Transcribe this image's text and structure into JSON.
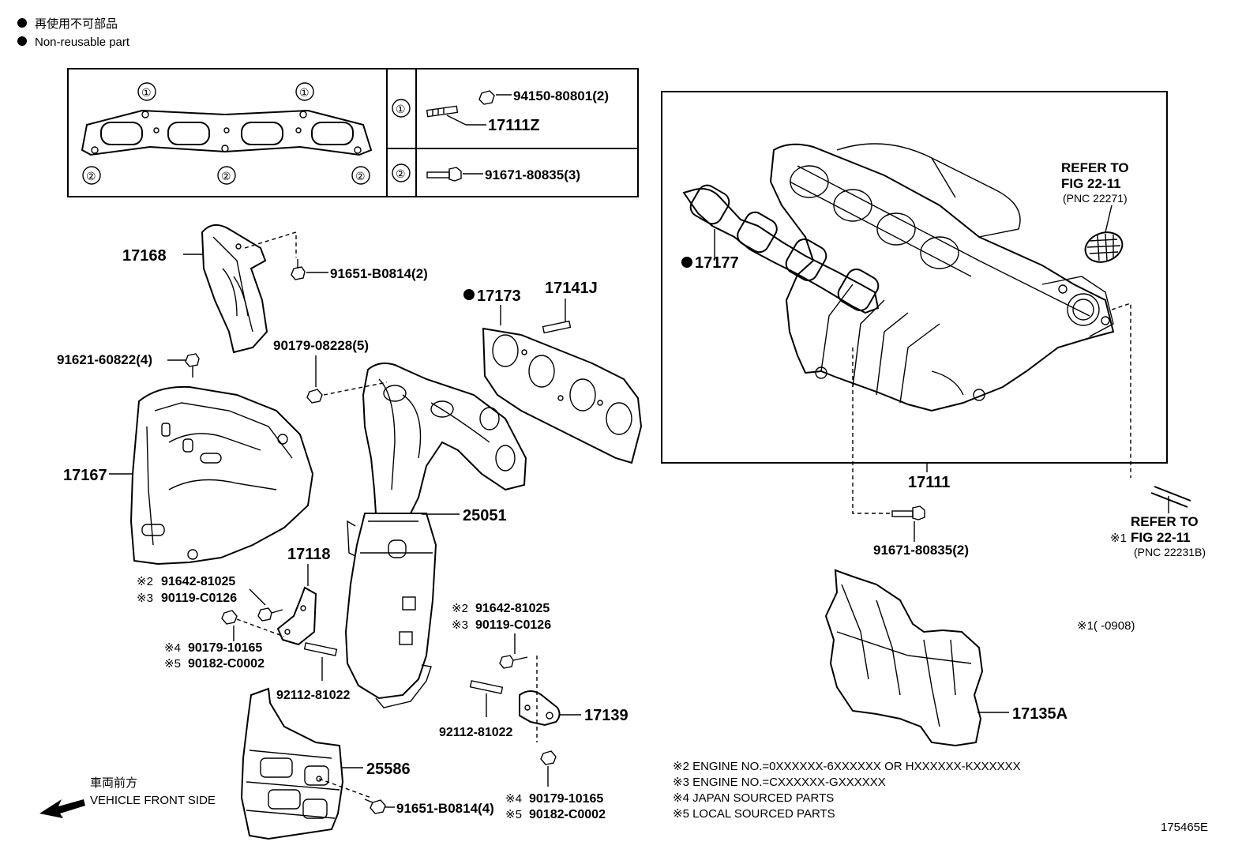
{
  "legend": {
    "line1": "再使用不可部品",
    "line2": "Non-reusable part"
  },
  "gasket_table": {
    "diagram_marks": [
      "①",
      "①",
      "②",
      "②",
      "②"
    ],
    "row1": {
      "mark": "①",
      "part_a": "94150-80801(2)",
      "part_b": "17111Z"
    },
    "row2": {
      "mark": "②",
      "part_a": "91671-80835(3)"
    }
  },
  "labels": {
    "p17168": "17168",
    "p91651_b0814_2": "91651-B0814(2)",
    "p17173": "17173",
    "p17141j": "17141J",
    "p91621": "91621-60822(4)",
    "p90179_08228": "90179-08228(5)",
    "p17167": "17167",
    "p25051": "25051",
    "p17118": "17118",
    "p91642_l": "91642-81025",
    "p90119_l": "90119-C0126",
    "p90179_10165_l": "90179-10165",
    "p90182_l": "90182-C0002",
    "p92112_l": "92112-81022",
    "p91642_r": "91642-81025",
    "p90119_r": "90119-C0126",
    "p92112_r": "92112-81022",
    "p17139": "17139",
    "p25586": "25586",
    "p91651_b0814_4": "91651-B0814(4)",
    "p90179_10165_r": "90179-10165",
    "p90182_r": "90182-C0002",
    "p17177": "17177",
    "p17111": "17111",
    "p91671_80835_2": "91671-80835(2)",
    "p17135a": "17135A",
    "refer1_a": "REFER TO",
    "refer1_b": "FIG 22-11",
    "refer1_c": "(PNC 22271)",
    "refer2_a": "REFER TO",
    "refer2_b": "FIG 22-11",
    "refer2_c": "(PNC 22231B)",
    "refer2_mark": "※1"
  },
  "marks": {
    "m2": "※2",
    "m3": "※3",
    "m4": "※4",
    "m5": "※5",
    "m1_note": "※1(      -0908)"
  },
  "notes": {
    "n2": "※2 ENGINE NO.=0XXXXXX-6XXXXXX OR HXXXXXX-KXXXXXX",
    "n3": "※3 ENGINE NO.=CXXXXXX-GXXXXXX",
    "n4": "※4 JAPAN SOURCED PARTS",
    "n5": "※5 LOCAL SOURCED PARTS"
  },
  "front": {
    "jp": "車両前方",
    "en": "VEHICLE FRONT SIDE"
  },
  "illustration_id": "175465E",
  "colors": {
    "ink": "#000000",
    "paper": "#ffffff"
  },
  "icons": [
    "filled-dot-icon",
    "circled-number-icon",
    "front-arrow-icon"
  ]
}
